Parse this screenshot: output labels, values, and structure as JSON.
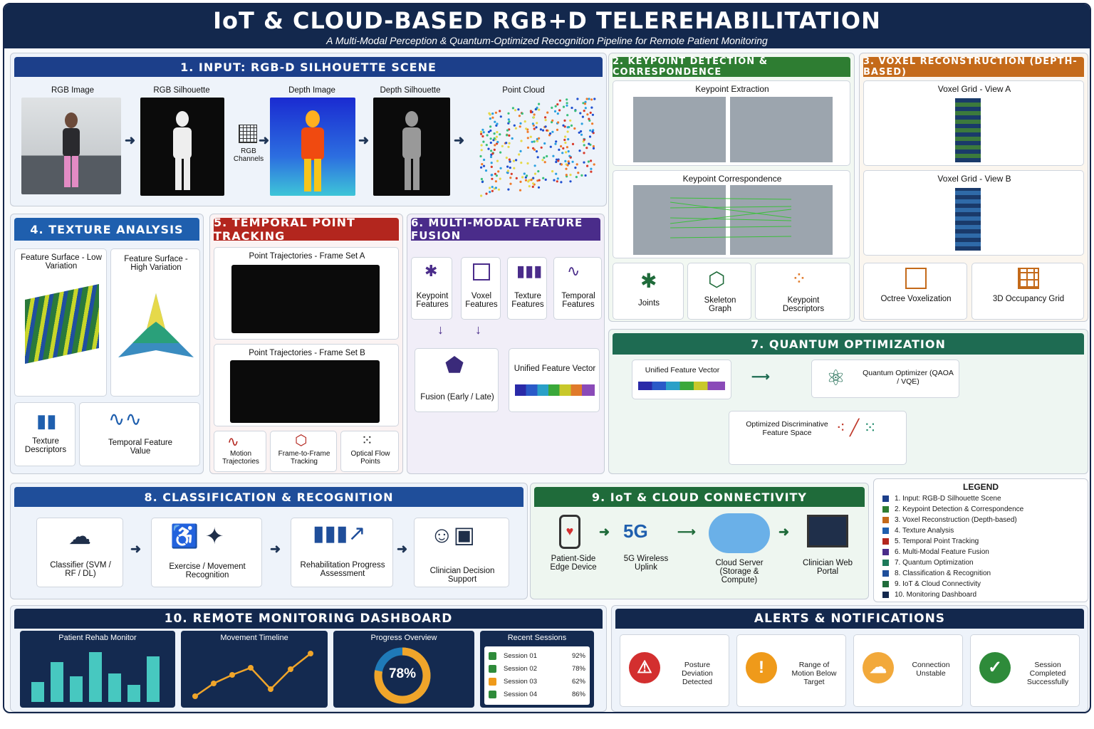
{
  "header": {
    "title": "IoT & CLOUD-BASED RGB+D TELEREHABILITATION",
    "subtitle": "A Multi-Modal Perception & Quantum-Optimized Recognition Pipeline for Remote Patient Monitoring"
  },
  "s1": {
    "title": "1. INPUT: RGB-D SILHOUETTE SCENE",
    "rgb_image": "RGB Image",
    "rgb_silhouette": "RGB Silhouette",
    "rgb_channels": "RGB Channels",
    "depth_image": "Depth Image",
    "depth_silhouette": "Depth Silhouette",
    "point_cloud": "Point Cloud"
  },
  "s2": {
    "title": "2. KEYPOINT DETECTION & CORRESPONDENCE",
    "extraction": "Keypoint Extraction",
    "correspondence": "Keypoint Correspondence",
    "joints": "Joints",
    "skeleton_graph": "Skeleton Graph",
    "keypoint_descriptors": "Keypoint Descriptors"
  },
  "s3": {
    "title": "3. VOXEL RECONSTRUCTION (DEPTH-BASED)",
    "view_a": "Voxel Grid - View A",
    "view_b": "Voxel Grid - View B",
    "octree": "Octree Voxelization",
    "occupancy": "3D Occupancy Grid"
  },
  "s4": {
    "title": "4. TEXTURE ANALYSIS",
    "low": "Feature Surface - Low Variation",
    "high": "Feature Surface - High Variation",
    "descriptors": "Texture Descriptors",
    "temporal_value": "Temporal Feature Value"
  },
  "s5": {
    "title": "5. TEMPORAL POINT TRACKING",
    "set_a": "Point Trajectories - Frame Set A",
    "set_b": "Point Trajectories - Frame Set B",
    "motion": "Motion Trajectories",
    "frame_tracking": "Frame-to-Frame Tracking",
    "optical_flow": "Optical Flow Points"
  },
  "s6": {
    "title": "6. MULTI-MODAL FEATURE FUSION",
    "keypoint": "Keypoint Features",
    "voxel": "Voxel Features",
    "texture": "Texture Features",
    "temporal": "Temporal Features",
    "fusion": "Fusion (Early / Late)",
    "unified": "Unified Feature Vector"
  },
  "s7": {
    "title": "7. QUANTUM OPTIMIZATION",
    "unified": "Unified Feature Vector",
    "optimizer": "Quantum Optimizer (QAOA / VQE)",
    "space": "Optimized Discriminative Feature Space"
  },
  "s8": {
    "title": "8. CLASSIFICATION & RECOGNITION",
    "classifier": "Classifier (SVM / RF / DL)",
    "exercise": "Exercise / Movement Recognition",
    "progress": "Rehabilitation Progress Assessment",
    "support": "Clinician Decision Support"
  },
  "s9": {
    "title": "9. IoT & CLOUD CONNECTIVITY",
    "edge": "Patient-Side Edge Device",
    "fiveg_mark": "5G",
    "fiveg": "5G Wireless Uplink",
    "cloud": "Cloud Server (Storage & Compute)",
    "portal": "Clinician Web Portal"
  },
  "legend": {
    "title": "LEGEND",
    "items": [
      {
        "label": "1.  Input:  RGB-D Silhouette Scene",
        "color": "#1c3f8a"
      },
      {
        "label": "2.  Keypoint Detection & Correspondence",
        "color": "#2e7d32"
      },
      {
        "label": "3.  Voxel Reconstruction (Depth-based)",
        "color": "#c46a1a"
      },
      {
        "label": "4.  Texture Analysis",
        "color": "#1f5fae"
      },
      {
        "label": "5.  Temporal Point Tracking",
        "color": "#b3261e"
      },
      {
        "label": "6.  Multi-Modal Feature Fusion",
        "color": "#4a2c8a"
      },
      {
        "label": "7.  Quantum Optimization",
        "color": "#1e7a5a"
      },
      {
        "label": "8.  Classification & Recognition",
        "color": "#1f4e9a"
      },
      {
        "label": "9.  IoT & Cloud Connectivity",
        "color": "#1f6b3a"
      },
      {
        "label": "10.  Monitoring Dashboard",
        "color": "#13284d"
      }
    ]
  },
  "s10": {
    "title": "10. REMOTE MONITORING DASHBOARD",
    "rehab_monitor": "Patient Rehab Monitor",
    "timeline": "Movement Timeline",
    "progress": "Progress Overview",
    "progress_value": "78%",
    "progress_fraction": 0.78,
    "recent": "Recent Sessions",
    "sessions": [
      {
        "name": "Session 01",
        "value": "92%",
        "status": "ok"
      },
      {
        "name": "Session 02",
        "value": "78%",
        "status": "ok"
      },
      {
        "name": "Session 03",
        "value": "62%",
        "status": "warn"
      },
      {
        "name": "Session 04",
        "value": "86%",
        "status": "ok"
      }
    ]
  },
  "alerts": {
    "title": "ALERTS & NOTIFICATIONS",
    "items": [
      {
        "label": "Posture Deviation Detected",
        "icon": "warning-triangle-icon",
        "color": "#d32f2f"
      },
      {
        "label": "Range of Motion Below Target",
        "icon": "exclamation-circle-icon",
        "color": "#ef9a1a"
      },
      {
        "label": "Connection Unstable",
        "icon": "cloud-upload-icon",
        "color": "#f2a93b"
      },
      {
        "label": "Session Completed Successfully",
        "icon": "check-circle-icon",
        "color": "#2e8b3a"
      }
    ]
  }
}
